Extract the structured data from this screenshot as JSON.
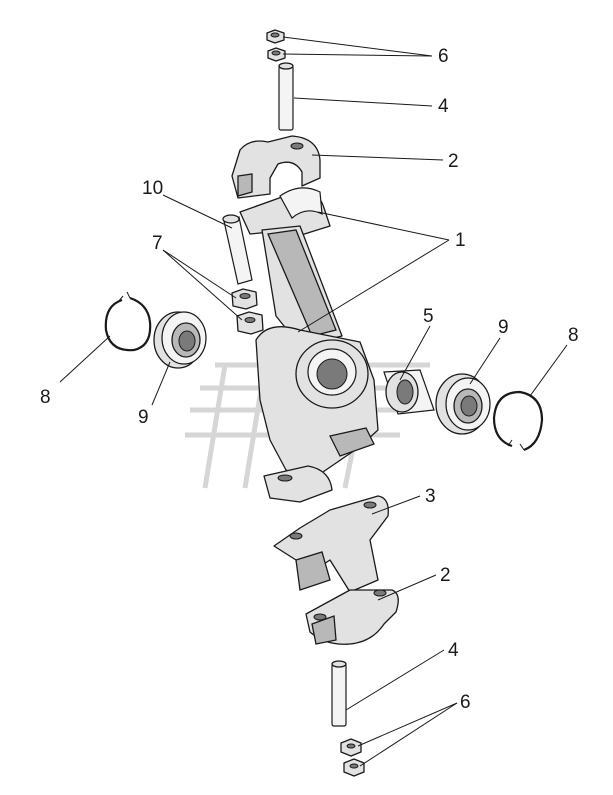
{
  "diagram": {
    "type": "exploded-parts-view",
    "callouts": {
      "nut_top": "6",
      "pin_top": "4",
      "clamp_top": "2",
      "pin_left": "10",
      "knuckle": "1",
      "nuts_left": "7",
      "sleeve": "5",
      "bearing_right": "9",
      "circlip_right": "8",
      "circlip_left": "8",
      "bearing_left": "9",
      "lower_bracket": "3",
      "clamp_bottom": "2",
      "pin_bottom": "4",
      "nut_bottom": "6"
    }
  }
}
